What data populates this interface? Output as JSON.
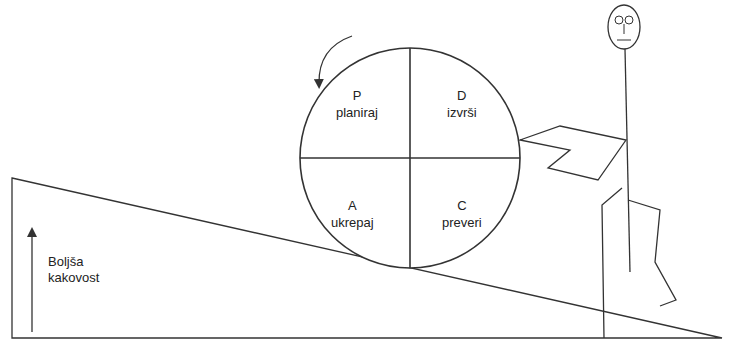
{
  "diagram": {
    "nodes": [
      {
        "text": [
          "P",
          "planiraj"
        ]
      },
      {
        "text": [
          "D",
          "izvrši"
        ]
      },
      {
        "text": [
          "A",
          "ukrepaj"
        ]
      },
      {
        "text": [
          "C",
          "preveri"
        ]
      }
    ],
    "labels": [
      "Boljša kakovost"
    ]
  }
}
